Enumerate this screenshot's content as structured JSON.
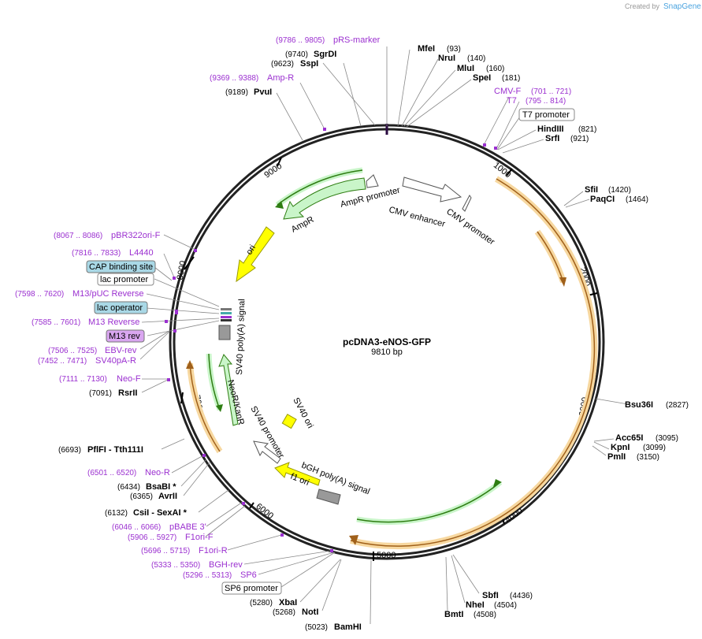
{
  "credit": {
    "prefix": "Created by",
    "brand": "SnapGene"
  },
  "plasmid": {
    "name": "pcDNA3-eNOS-GFP",
    "size_label": "9810 bp",
    "length": 9810
  },
  "ticks": [
    "1000",
    "2000",
    "3000",
    "4000",
    "5000",
    "6000",
    "7000",
    "8000",
    "9000"
  ],
  "features": [
    {
      "label": "CMV enhancer",
      "color": "#ffffff"
    },
    {
      "label": "CMV promoter",
      "color": "#ffffff"
    },
    {
      "label": "AmpR promoter",
      "color": "#ffffff"
    },
    {
      "label": "AmpR",
      "color": "#c9f5c9"
    },
    {
      "label": "ori",
      "color": "#ffff00"
    },
    {
      "label": "SV40 poly(A) signal",
      "color": "#999999"
    },
    {
      "label": "NeoR/KanR",
      "color": "#c9f5c9"
    },
    {
      "label": "SV40 promoter",
      "color": "#ffffff"
    },
    {
      "label": "SV40 ori",
      "color": "#ffff00"
    },
    {
      "label": "bGH poly(A) signal",
      "color": "#999999"
    },
    {
      "label": "f1 ori",
      "color": "#ffff00"
    }
  ],
  "enzymes_right": [
    {
      "name": "MfeI",
      "pos": "(93)"
    },
    {
      "name": "NruI",
      "pos": "(140)"
    },
    {
      "name": "MluI",
      "pos": "(160)"
    },
    {
      "name": "SpeI",
      "pos": "(181)"
    },
    {
      "name": "HindIII",
      "pos": "(821)"
    },
    {
      "name": "SrfI",
      "pos": "(921)"
    },
    {
      "name": "SfiI",
      "pos": "(1420)"
    },
    {
      "name": "PaqCI",
      "pos": "(1464)"
    },
    {
      "name": "Bsu36I",
      "pos": "(2827)"
    },
    {
      "name": "Acc65I",
      "pos": "(3095)"
    },
    {
      "name": "KpnI",
      "pos": "(3099)"
    },
    {
      "name": "PmlI",
      "pos": "(3150)"
    },
    {
      "name": "SbfI",
      "pos": "(4436)"
    },
    {
      "name": "NheI",
      "pos": "(4504)"
    },
    {
      "name": "BmtI",
      "pos": "(4508)"
    }
  ],
  "enzymes_left": [
    {
      "name": "SgrDI",
      "pos": "(9740)"
    },
    {
      "name": "SspI",
      "pos": "(9623)"
    },
    {
      "name": "PvuI",
      "pos": "(9189)"
    },
    {
      "name": "RsrII",
      "pos": "(7091)"
    },
    {
      "name": "PflFI - Tth111I",
      "pos": "(6693)"
    },
    {
      "name": "BsaBI *",
      "pos": "(6434)"
    },
    {
      "name": "AvrII",
      "pos": "(6365)"
    },
    {
      "name": "CsiI - SexAI *",
      "pos": "(6132)"
    },
    {
      "name": "XbaI",
      "pos": "(5280)"
    },
    {
      "name": "NotI",
      "pos": "(5268)"
    },
    {
      "name": "BamHI",
      "pos": "(5023)"
    }
  ],
  "primers": [
    {
      "name": "pRS-marker",
      "range": "(9786 .. 9805)"
    },
    {
      "name": "Amp-R",
      "range": "(9369 .. 9388)"
    },
    {
      "name": "CMV-F",
      "range": "(701 .. 721)"
    },
    {
      "name": "T7",
      "range": "(795 .. 814)"
    },
    {
      "name": "pBR322ori-F",
      "range": "(8067 .. 8086)"
    },
    {
      "name": "L4440",
      "range": "(7816 .. 7833)"
    },
    {
      "name": "M13/pUC Reverse",
      "range": "(7598 .. 7620)"
    },
    {
      "name": "M13 Reverse",
      "range": "(7585 .. 7601)"
    },
    {
      "name": "EBV-rev",
      "range": "(7506 .. 7525)"
    },
    {
      "name": "SV40pA-R",
      "range": "(7452 .. 7471)"
    },
    {
      "name": "Neo-F",
      "range": "(7111 .. 7130)"
    },
    {
      "name": "Neo-R",
      "range": "(6501 .. 6520)"
    },
    {
      "name": "pBABE 3'",
      "range": "(6046 .. 6066)"
    },
    {
      "name": "F1ori-F",
      "range": "(5906 .. 5927)"
    },
    {
      "name": "F1ori-R",
      "range": "(5696 .. 5715)"
    },
    {
      "name": "BGH-rev",
      "range": "(5333 .. 5350)"
    },
    {
      "name": "SP6",
      "range": "(5296 .. 5313)"
    }
  ],
  "boxed": [
    {
      "label": "T7 promoter",
      "fill": "#ffffff"
    },
    {
      "label": "CAP binding site",
      "fill": "#a9d8e6"
    },
    {
      "label": "lac promoter",
      "fill": "#ffffff"
    },
    {
      "label": "lac operator",
      "fill": "#a9d8e6"
    },
    {
      "label": "M13 rev",
      "fill": "#d9a6f0"
    },
    {
      "label": "SP6 promoter",
      "fill": "#ffffff"
    }
  ]
}
